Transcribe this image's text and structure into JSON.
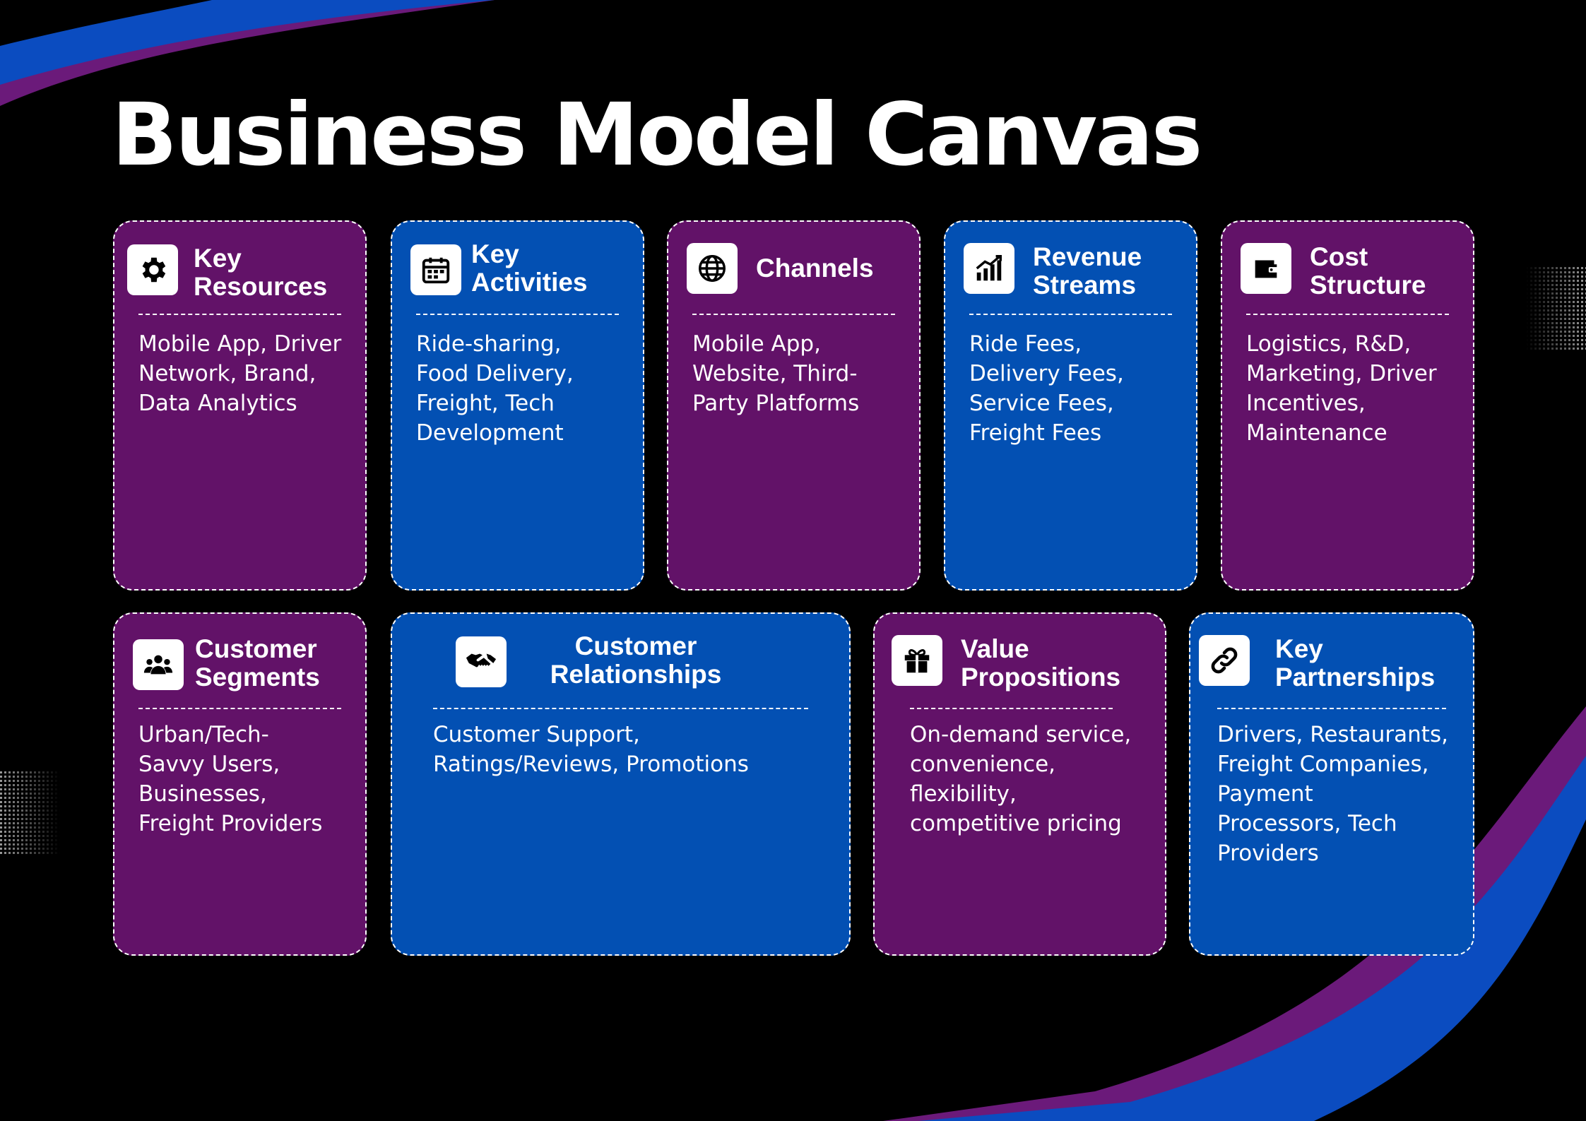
{
  "title": "Business Model Canvas",
  "colors": {
    "purple": "#621268",
    "blue": "#0350b3",
    "background": "#000000"
  },
  "cards": [
    {
      "id": "key-resources",
      "title": [
        "Key",
        "Resources"
      ],
      "icon": "gear-icon",
      "color": "purple",
      "lines": [
        "Mobile App, Driver",
        "Network, Brand,",
        "Data Analytics"
      ]
    },
    {
      "id": "key-activities",
      "title": [
        "Key",
        "Activities"
      ],
      "icon": "calendar-icon",
      "color": "blue",
      "lines": [
        "Ride-sharing,",
        "Food Delivery,",
        "Freight, Tech",
        "Development"
      ]
    },
    {
      "id": "channels",
      "title": [
        "Channels"
      ],
      "icon": "globe-icon",
      "color": "purple",
      "lines": [
        "Mobile App,",
        "Website, Third-",
        "Party Platforms"
      ]
    },
    {
      "id": "revenue-streams",
      "title": [
        "Revenue",
        "Streams"
      ],
      "icon": "growth-chart-icon",
      "color": "blue",
      "lines": [
        "Ride Fees,",
        "Delivery Fees,",
        "Service Fees,",
        "Freight Fees"
      ]
    },
    {
      "id": "cost-structure",
      "title": [
        "Cost",
        "Structure"
      ],
      "icon": "wallet-icon",
      "color": "purple",
      "lines": [
        "Logistics, R&D,",
        "Marketing, Driver",
        "Incentives,",
        "Maintenance"
      ]
    },
    {
      "id": "customer-segments",
      "title": [
        "Customer",
        "Segments"
      ],
      "icon": "group-icon",
      "color": "purple",
      "lines": [
        "Urban/Tech-",
        "Savvy Users,",
        "Businesses,",
        "Freight Providers"
      ]
    },
    {
      "id": "customer-relationships",
      "title": [
        "Customer",
        "Relationships"
      ],
      "icon": "handshake-icon",
      "color": "blue",
      "lines": [
        "Customer Support,",
        "Ratings/Reviews, Promotions"
      ]
    },
    {
      "id": "value-propositions",
      "title": [
        "Value",
        "Propositions"
      ],
      "icon": "gift-icon",
      "color": "purple",
      "lines": [
        "On-demand service,",
        "convenience,",
        "flexibility,",
        "competitive pricing"
      ]
    },
    {
      "id": "key-partnerships",
      "title": [
        "Key",
        "Partnerships"
      ],
      "icon": "link-icon",
      "color": "blue",
      "lines": [
        "Drivers, Restaurants,",
        "Freight Companies,",
        "Payment",
        "Processors, Tech",
        "Providers"
      ]
    }
  ]
}
